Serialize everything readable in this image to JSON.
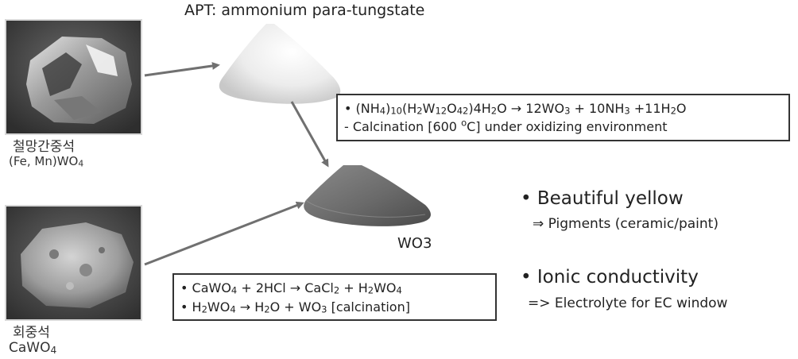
{
  "apt_title": "APT: ammonium para-tungstate",
  "mineral1": {
    "name_ko": "철망간중석",
    "formula": [
      "(Fe, Mn)WO",
      "4",
      ""
    ]
  },
  "mineral2": {
    "name_ko": "회중석",
    "formula": [
      "CaWO",
      "4",
      ""
    ]
  },
  "product_label": "WO3",
  "apt_reaction": {
    "line1": [
      "• (NH",
      "4",
      ")",
      "10",
      "(H",
      "2",
      "W",
      "12",
      "O",
      "42",
      ")4H",
      "2",
      "O → 12WO",
      "3",
      " + 10NH",
      "3",
      " +11H",
      "2",
      "O"
    ],
    "line2": [
      "- Calcination [600 ",
      "o",
      "C] under oxidizing environment"
    ]
  },
  "scheelite_reaction": {
    "line1": [
      "• CaWO",
      "4",
      " + 2HCl → CaCl",
      "2",
      " + H",
      "2",
      "WO",
      "4",
      ""
    ],
    "line2": [
      "• H",
      "2",
      "WO",
      "4",
      " → H",
      "2",
      "O + WO",
      "3",
      " [calcination]"
    ]
  },
  "props": [
    {
      "title": "• Beautiful yellow",
      "sub": "⇒ Pigments (ceramic/paint)"
    },
    {
      "title": "• Ionic conductivity",
      "sub": "=> Electrolyte for EC window"
    }
  ],
  "colors": {
    "arrow": "#707070",
    "box_border": "#333333",
    "text": "#222222"
  }
}
